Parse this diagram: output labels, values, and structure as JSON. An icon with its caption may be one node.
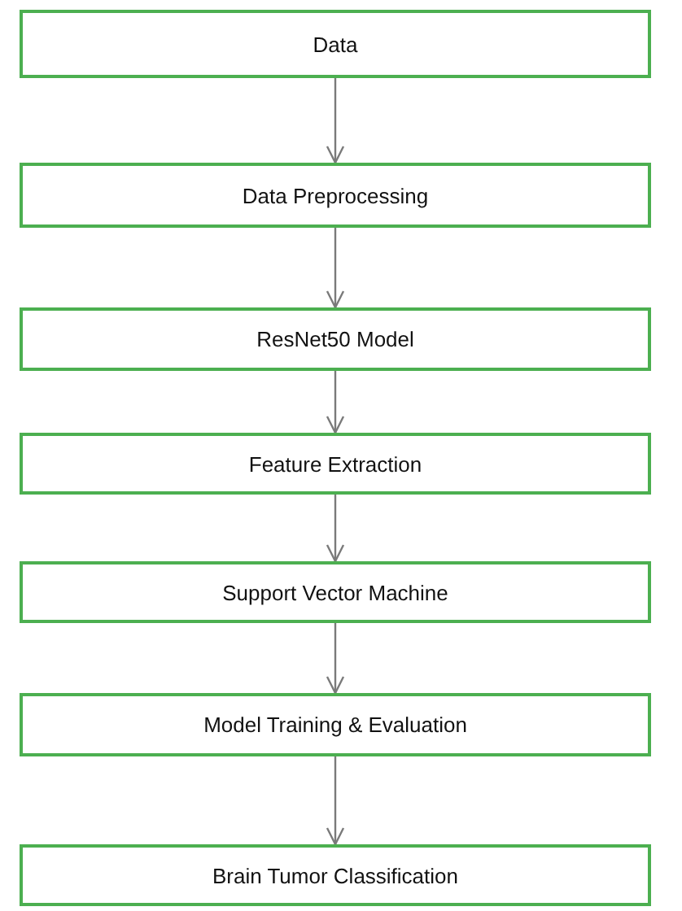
{
  "diagram": {
    "nodes": [
      {
        "text": [
          "Data"
        ]
      },
      {
        "text": [
          "Data Preprocessing"
        ]
      },
      {
        "text": [
          "ResNet50 Model"
        ]
      },
      {
        "text": [
          "Feature Extraction"
        ]
      },
      {
        "text": [
          "Support Vector Machine"
        ]
      },
      {
        "text": [
          "Model Training & Evaluation"
        ]
      },
      {
        "text": [
          "Brain Tumor Classification"
        ]
      }
    ],
    "edges": [
      {
        "from": 0,
        "to": 1,
        "arrow": "to"
      },
      {
        "from": 1,
        "to": 2,
        "arrow": "to"
      },
      {
        "from": 2,
        "to": 3,
        "arrow": "to"
      },
      {
        "from": 3,
        "to": 4,
        "arrow": "to"
      },
      {
        "from": 4,
        "to": 5,
        "arrow": "to"
      },
      {
        "from": 5,
        "to": 6,
        "arrow": "to"
      }
    ]
  }
}
